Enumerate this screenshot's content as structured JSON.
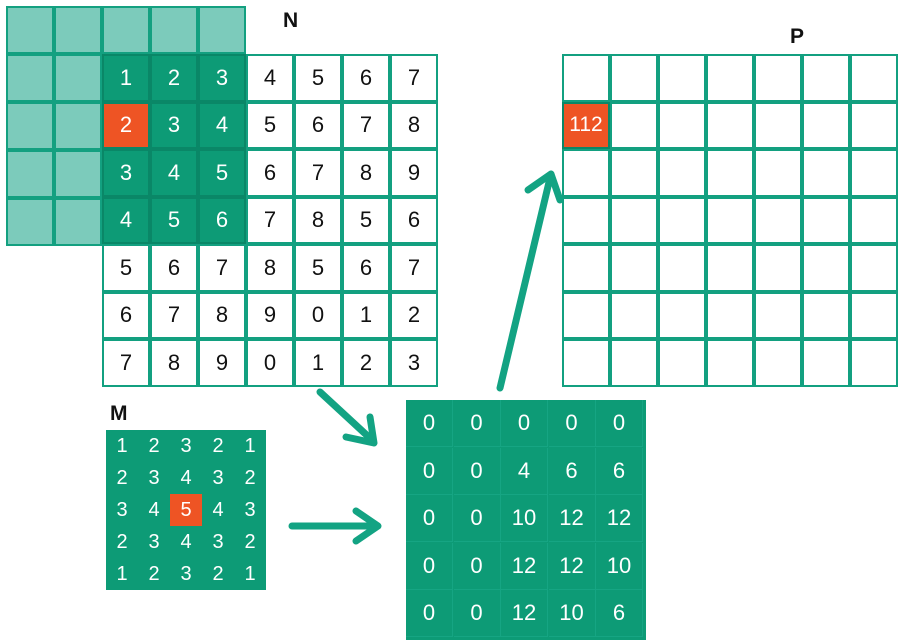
{
  "labels": {
    "N": "N",
    "M": "M",
    "P": "P"
  },
  "N": [
    [
      "1",
      "2",
      "3",
      "4",
      "5",
      "6",
      "7"
    ],
    [
      "2",
      "3",
      "4",
      "5",
      "6",
      "7",
      "8"
    ],
    [
      "3",
      "4",
      "5",
      "6",
      "7",
      "8",
      "9"
    ],
    [
      "4",
      "5",
      "6",
      "7",
      "8",
      "5",
      "6"
    ],
    [
      "5",
      "6",
      "7",
      "8",
      "5",
      "6",
      "7"
    ],
    [
      "6",
      "7",
      "8",
      "9",
      "0",
      "1",
      "2"
    ],
    [
      "7",
      "8",
      "9",
      "0",
      "1",
      "2",
      "3"
    ]
  ],
  "M": [
    [
      "1",
      "2",
      "3",
      "2",
      "1"
    ],
    [
      "2",
      "3",
      "4",
      "3",
      "2"
    ],
    [
      "3",
      "4",
      "5",
      "4",
      "3"
    ],
    [
      "2",
      "3",
      "4",
      "3",
      "2"
    ],
    [
      "1",
      "2",
      "3",
      "2",
      "1"
    ]
  ],
  "products": [
    [
      "0",
      "0",
      "0",
      "0",
      "0"
    ],
    [
      "0",
      "0",
      "4",
      "6",
      "6"
    ],
    [
      "0",
      "0",
      "10",
      "12",
      "12"
    ],
    [
      "0",
      "0",
      "12",
      "12",
      "10"
    ],
    [
      "0",
      "0",
      "12",
      "10",
      "6"
    ]
  ],
  "P_value": "112",
  "colors": {
    "green": "#0d9b76",
    "light_green": "#7ccbbb",
    "orange": "#ee5424",
    "border": "#13a080"
  }
}
